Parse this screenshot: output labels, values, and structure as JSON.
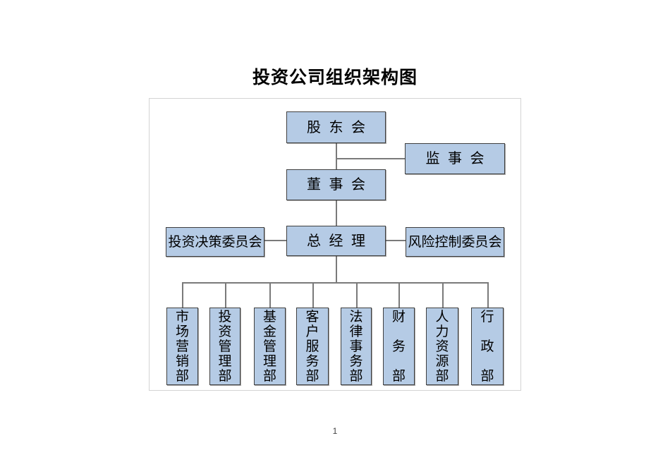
{
  "document": {
    "title": "投资公司组织架构图",
    "page_number": "1"
  },
  "org_chart": {
    "nodes": {
      "shareholders": {
        "label": "股 东 会"
      },
      "supervisory_board": {
        "label": "监 事 会"
      },
      "board_of_directors": {
        "label": "董 事 会"
      },
      "investment_decision_committee": {
        "label": "投资决策委员会"
      },
      "general_manager": {
        "label": "总 经 理"
      },
      "risk_control_committee": {
        "label": "风险控制委员会"
      }
    },
    "departments": [
      {
        "label": "市\n场\n营\n销\n部"
      },
      {
        "label": "投\n资\n管\n理\n部"
      },
      {
        "label": "基\n金\n管\n理\n部"
      },
      {
        "label": "客\n户\n服\n务\n部"
      },
      {
        "label": "法\n律\n事\n务\n部"
      },
      {
        "label": "财\n\n务\n\n部"
      },
      {
        "label": "人\n力\n资\n源\n部"
      },
      {
        "label": "行\n\n政\n\n部"
      }
    ],
    "colors": {
      "node_fill": "#b5cbe5",
      "node_border": "#3f3f3f",
      "connector_line": "#7a7a7a",
      "frame_border": "#d3d3d3"
    }
  }
}
